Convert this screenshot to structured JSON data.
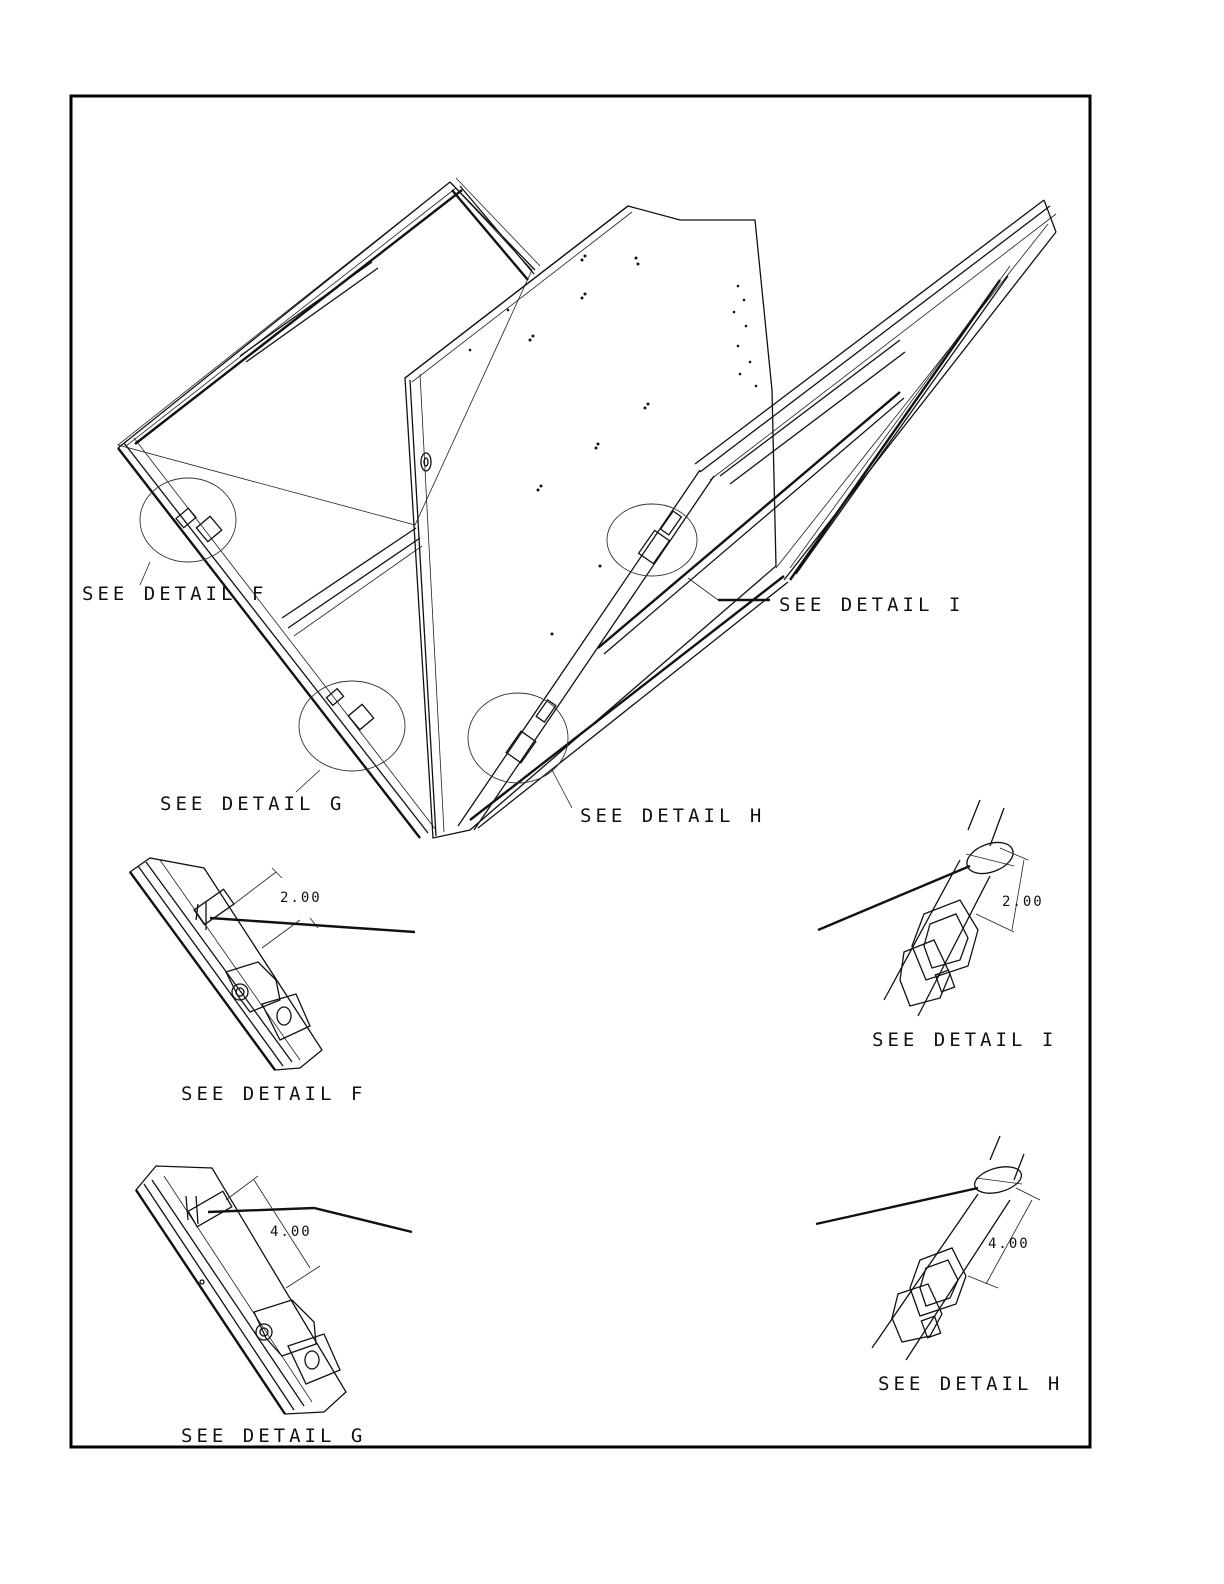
{
  "overview_callouts": {
    "detail_f": "SEE DETAIL F",
    "detail_g": "SEE DETAIL G",
    "detail_h": "SEE DETAIL H",
    "detail_i": "SEE DETAIL I"
  },
  "detail_views": {
    "f": {
      "title": "SEE DETAIL F",
      "dimension": "2.00"
    },
    "i": {
      "title": "SEE DETAIL I",
      "dimension": "2.00"
    },
    "g": {
      "title": "SEE DETAIL G",
      "dimension": "4.00"
    },
    "h": {
      "title": "SEE DETAIL H",
      "dimension": "4.00"
    }
  }
}
